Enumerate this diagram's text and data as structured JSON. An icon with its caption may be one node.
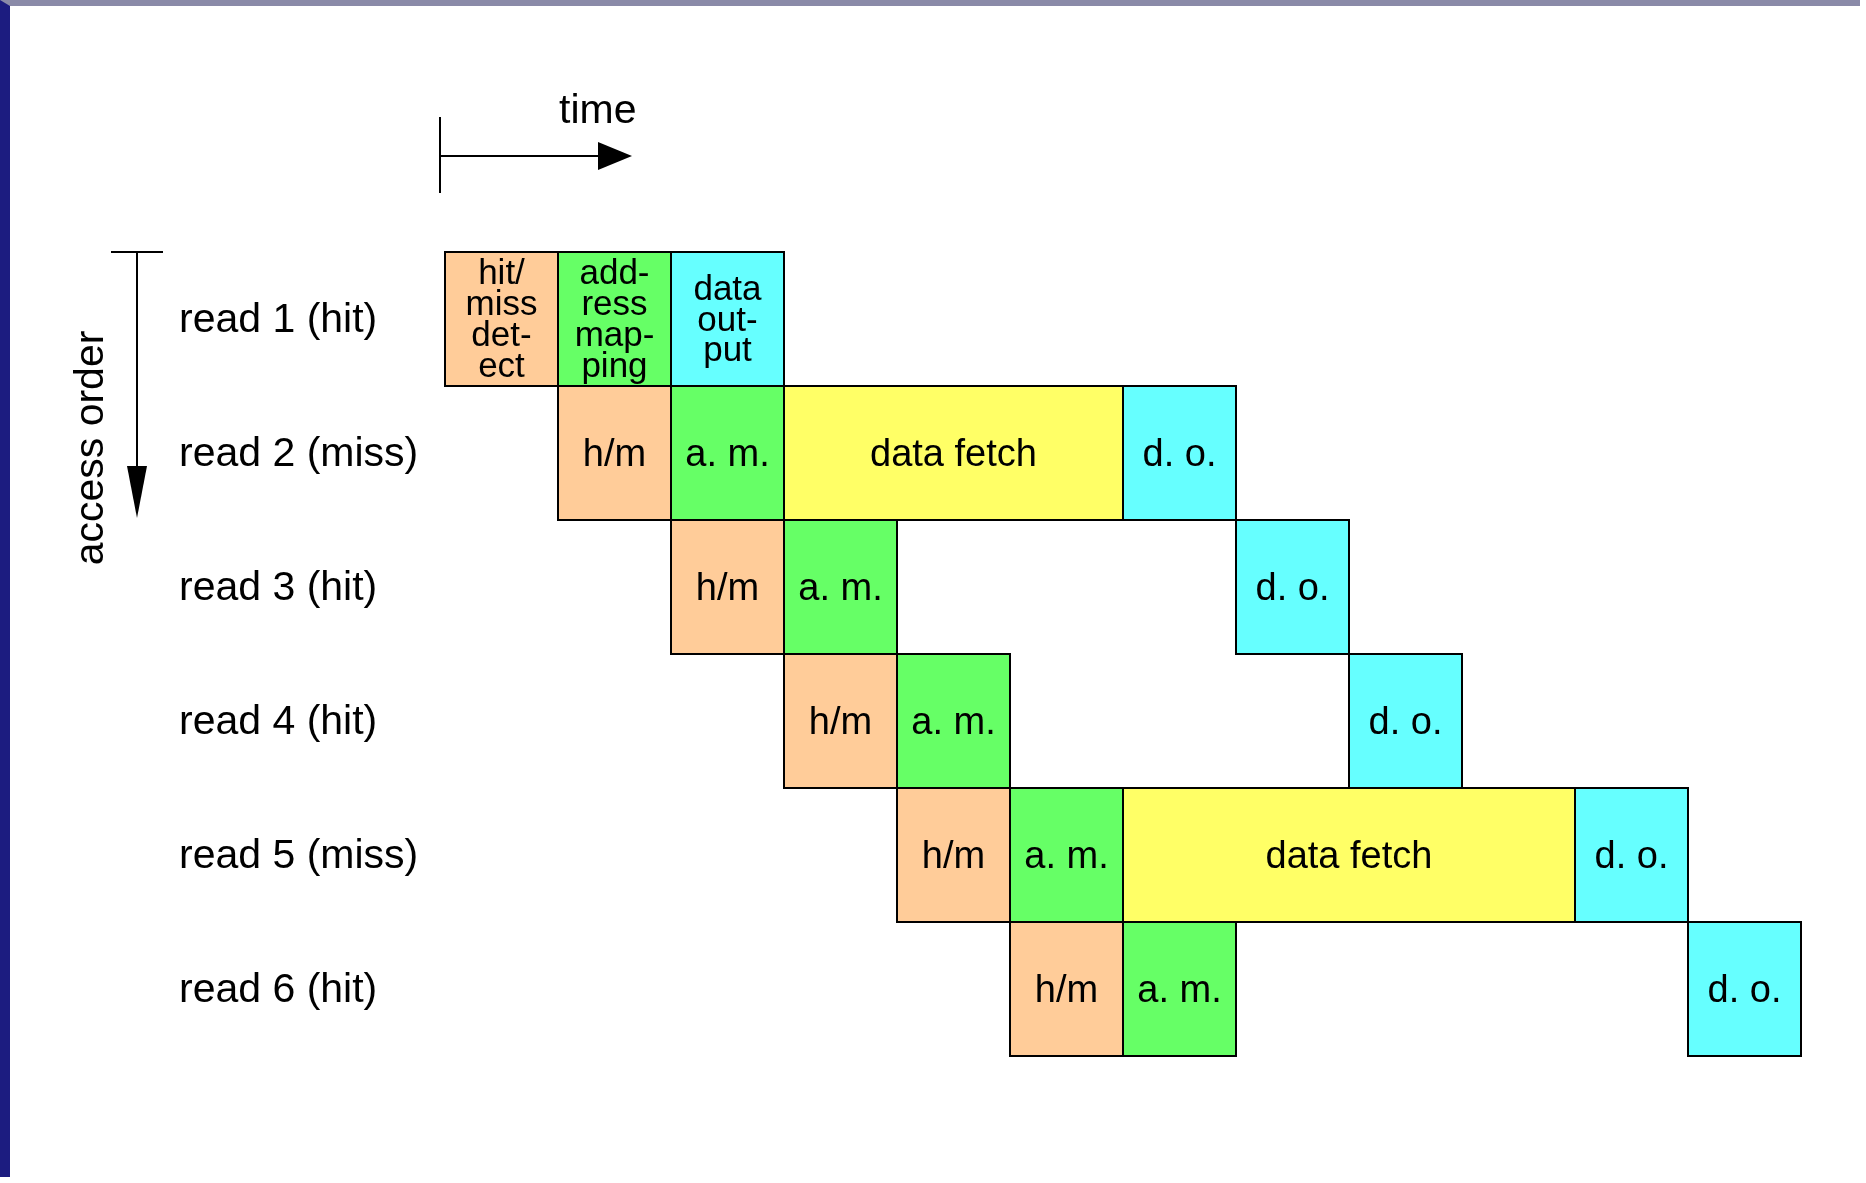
{
  "diagram": {
    "nodes": [
      {
        "text": [
          "hit/ miss det- ect"
        ]
      },
      {
        "text": [
          "add- ress map- ping"
        ]
      },
      {
        "text": [
          "data out- put"
        ]
      },
      {
        "text": [
          "h/m"
        ]
      },
      {
        "text": [
          "a. m."
        ]
      },
      {
        "text": [
          "data fetch"
        ]
      },
      {
        "text": [
          "d. o."
        ]
      },
      {
        "text": [
          "h/m"
        ]
      },
      {
        "text": [
          "a. m."
        ]
      },
      {
        "text": [
          "d. o."
        ]
      },
      {
        "text": [
          "h/m"
        ]
      },
      {
        "text": [
          "a. m."
        ]
      },
      {
        "text": [
          "d. o."
        ]
      },
      {
        "text": [
          "h/m"
        ]
      },
      {
        "text": [
          "a. m."
        ]
      },
      {
        "text": [
          "data fetch"
        ]
      },
      {
        "text": [
          "d. o."
        ]
      },
      {
        "text": [
          "h/m"
        ]
      },
      {
        "text": [
          "a. m."
        ]
      },
      {
        "text": [
          "d. o."
        ]
      }
    ],
    "labels": [
      "time",
      "access order",
      "read 1 (hit)",
      "read 2 (miss)",
      "read 3 (hit)",
      "read 4 (hit)",
      "read 5 (miss)",
      "read 6 (hit)"
    ]
  }
}
